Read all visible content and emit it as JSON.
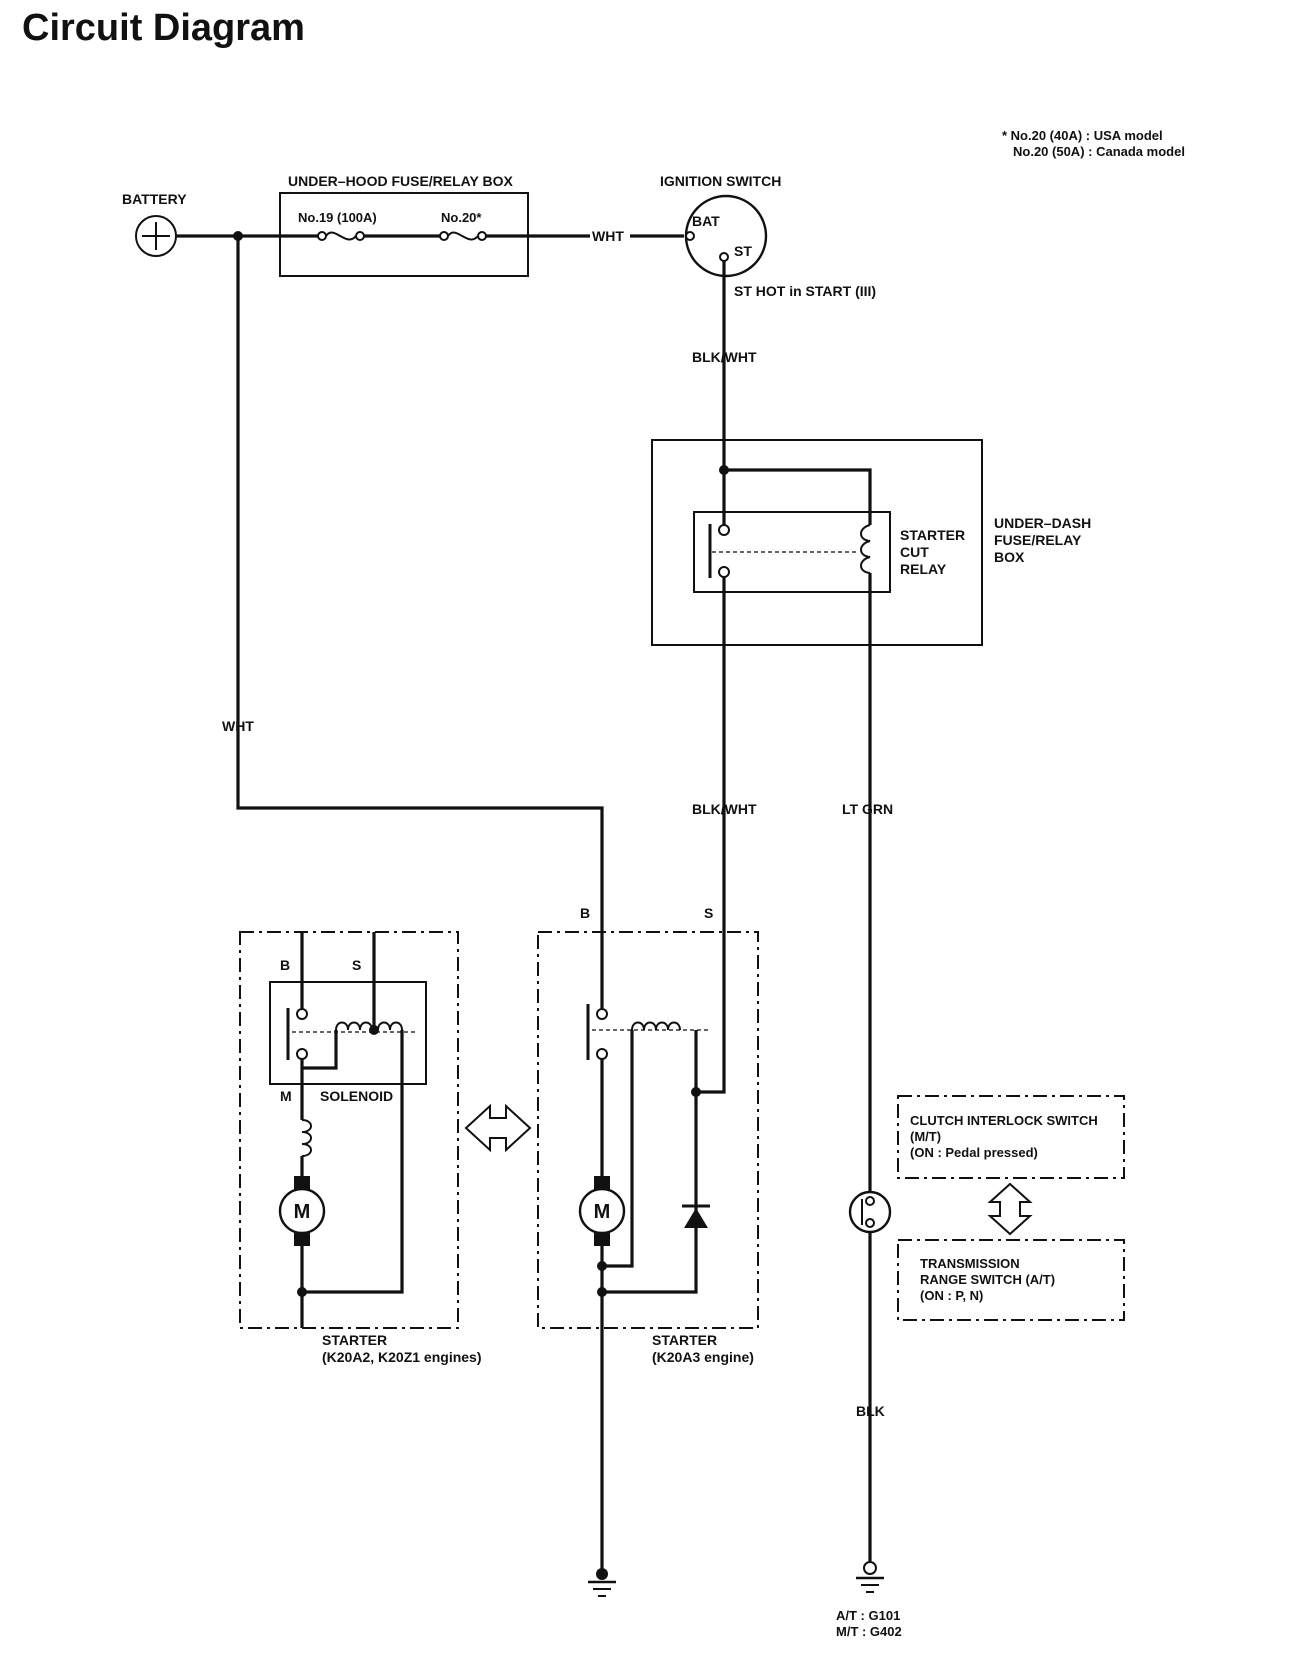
{
  "title": "Circuit Diagram",
  "note": {
    "line1": "*  No.20 (40A) : USA model",
    "line2": "No.20 (50A) : Canada model"
  },
  "battery": {
    "label": "BATTERY",
    "symbol": "+"
  },
  "underhood_box": {
    "label": "UNDER–HOOD FUSE/RELAY BOX",
    "fuse19": "No.19 (100A)",
    "fuse20": "No.20*"
  },
  "ignition_switch": {
    "label": "IGNITION SWITCH",
    "bat": "BAT",
    "st": "ST",
    "note": "ST HOT in START (III)"
  },
  "wires": {
    "wht_top": "WHT",
    "wht_left": "WHT",
    "blk_wht_1": "BLK/WHT",
    "blk_wht_2": "BLK/WHT",
    "lt_grn": "LT GRN",
    "blk": "BLK"
  },
  "starter_cut_relay": {
    "line1": "STARTER",
    "line2": "CUT",
    "line3": "RELAY"
  },
  "underdash_box": {
    "line1": "UNDER–DASH",
    "line2": "FUSE/RELAY",
    "line3": "BOX"
  },
  "starter_a": {
    "b": "B",
    "s": "S",
    "m": "M",
    "solenoid": "SOLENOID",
    "motor": "M",
    "label1": "STARTER",
    "label2": "(K20A2, K20Z1 engines)"
  },
  "starter_b": {
    "b": "B",
    "s": "S",
    "motor": "M",
    "label1": "STARTER",
    "label2": "(K20A3 engine)"
  },
  "clutch_switch": {
    "line1": "CLUTCH INTERLOCK SWITCH",
    "line2": "(M/T)",
    "line3": "(ON : Pedal pressed)"
  },
  "range_switch": {
    "line1": "TRANSMISSION",
    "line2": "RANGE SWITCH (A/T)",
    "line3": "(ON : P, N)"
  },
  "ground": {
    "line1": "A/T : G101",
    "line2": "M/T : G402"
  }
}
